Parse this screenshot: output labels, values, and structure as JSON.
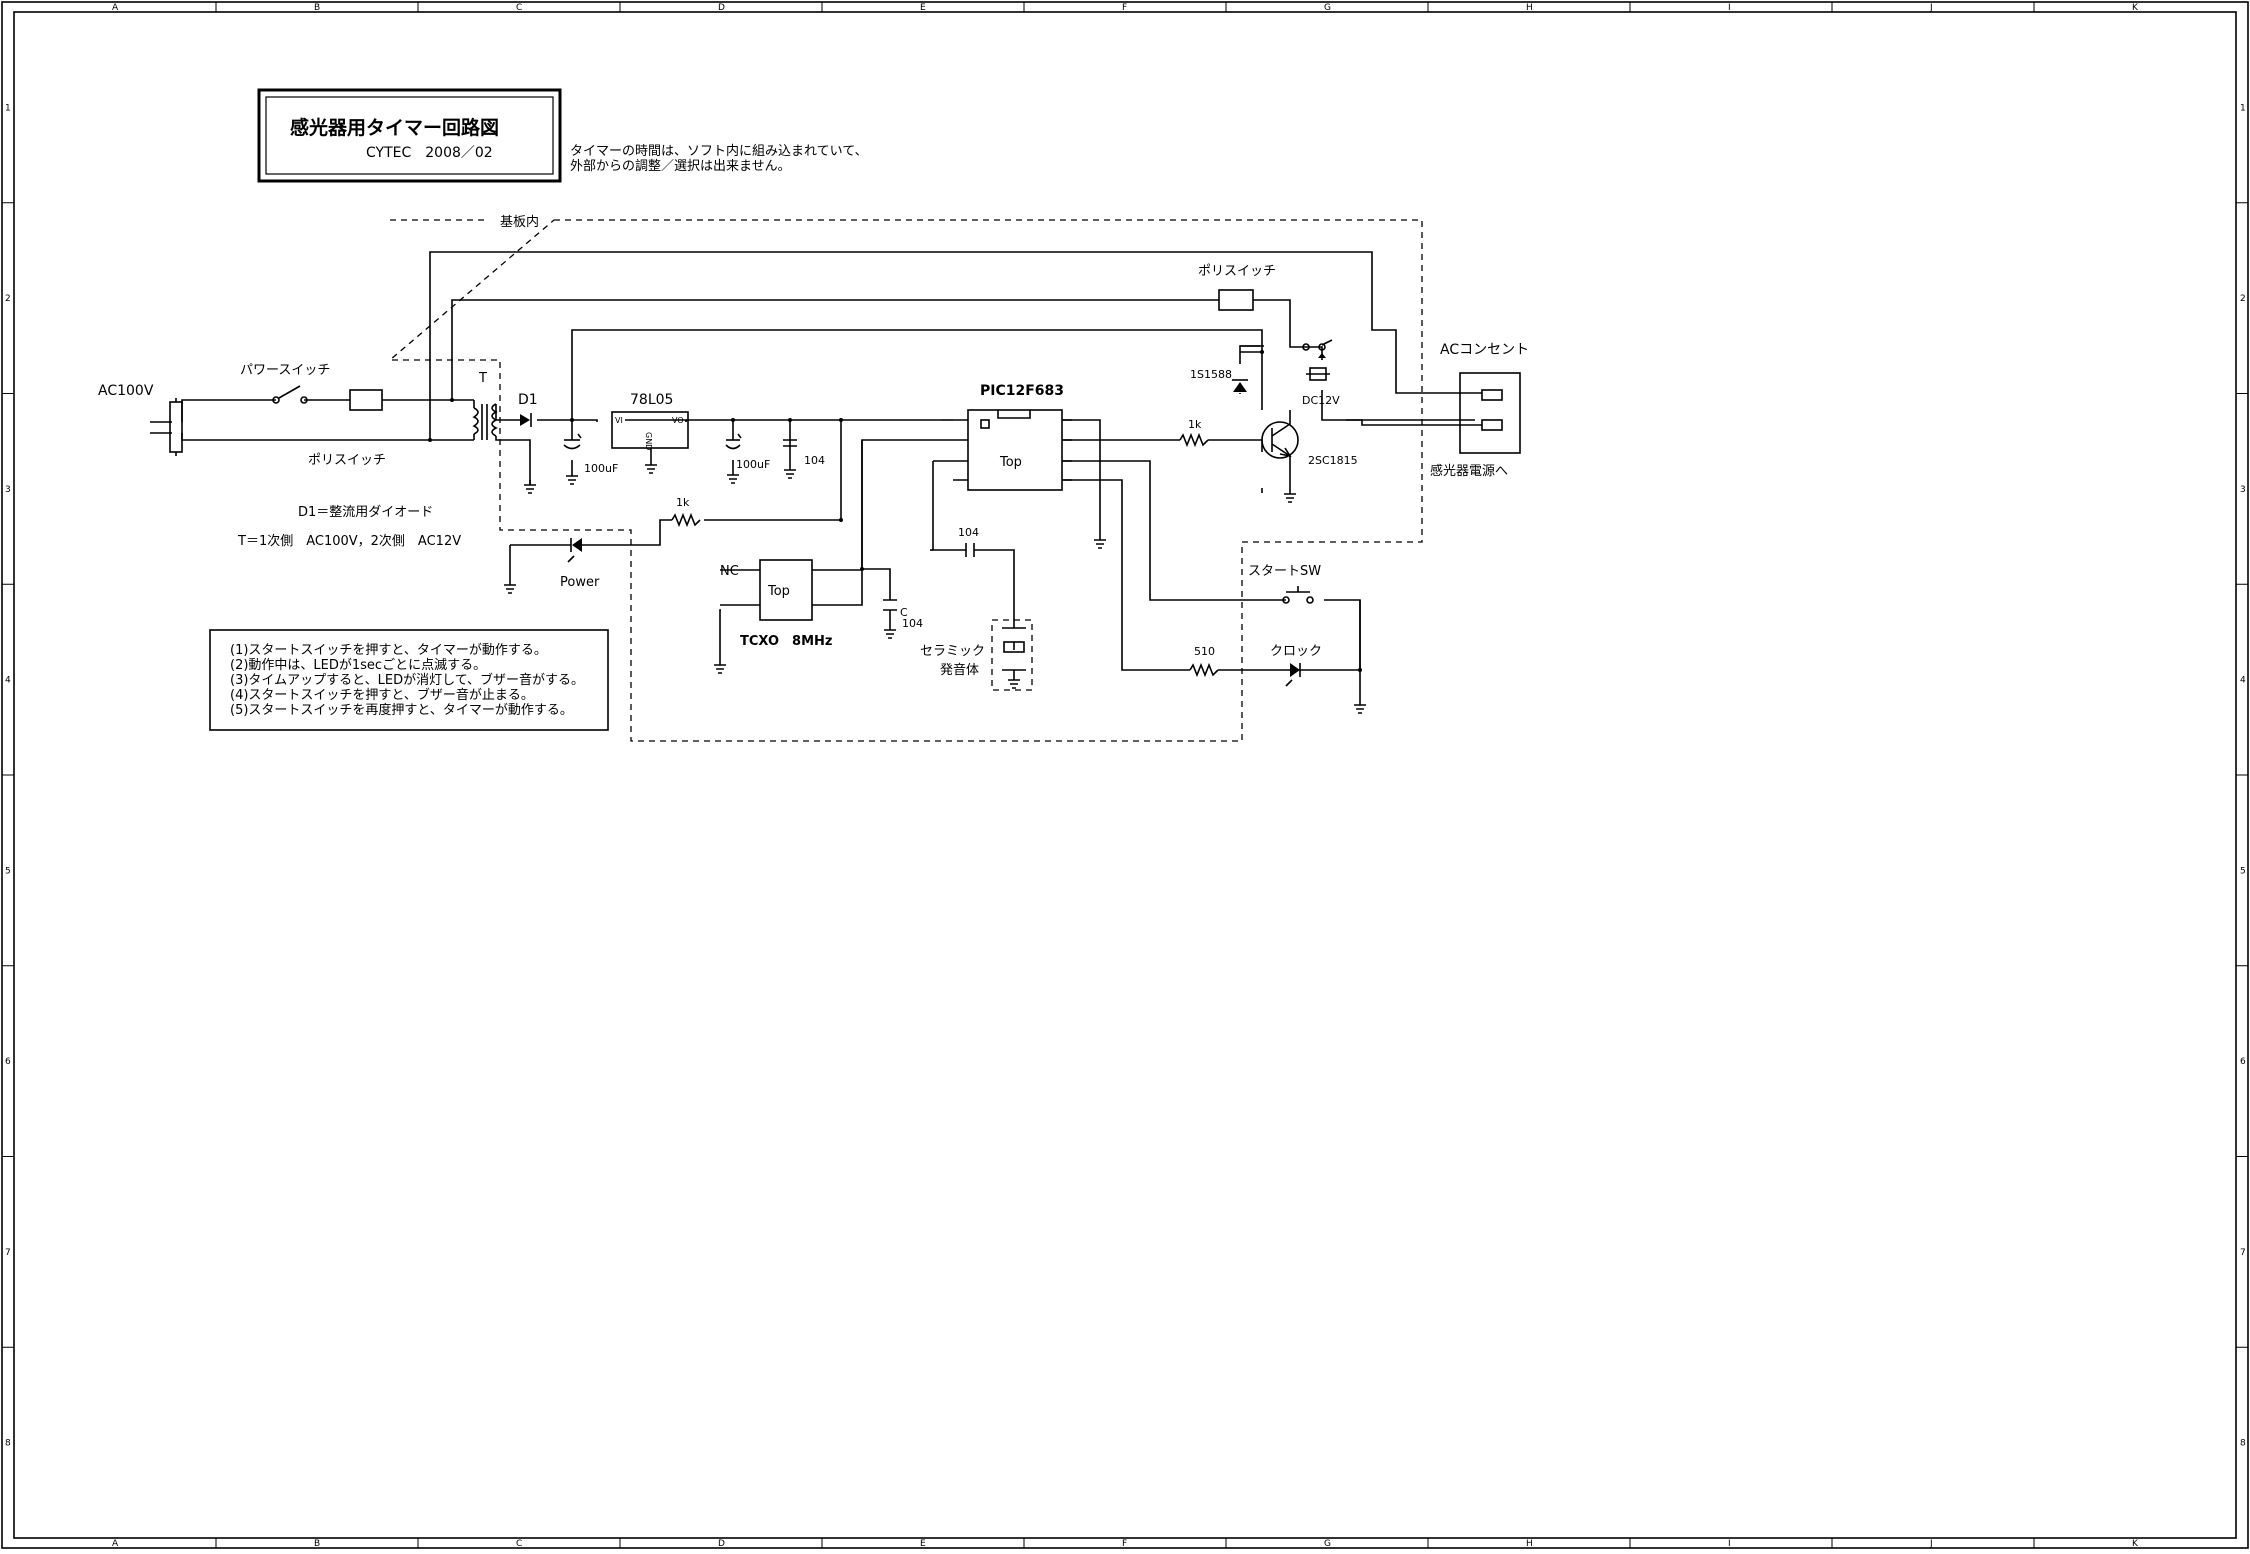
{
  "title_block": {
    "title": "感光器用タイマー回路図",
    "subtitle": "CYTEC　2008／02"
  },
  "note_top": [
    "タイマーの時間は、ソフト内に組み込まれていて、",
    "外部からの調整／選択は出来ません。"
  ],
  "border": {
    "columns": [
      "A",
      "B",
      "C",
      "D",
      "E",
      "F",
      "G",
      "H",
      "I",
      "J",
      "K"
    ],
    "rows": [
      "1",
      "2",
      "3",
      "4",
      "5",
      "6",
      "7",
      "8"
    ]
  },
  "labels": {
    "board_area": "基板内",
    "ac100v": "AC100V",
    "power_switch": "パワースイッチ",
    "polyswitch_left": "ポリスイッチ",
    "transformer": "T",
    "d1": "D1",
    "regulator": "78L05",
    "reg_vi": "VI",
    "reg_vo": "VO",
    "reg_gnd": "GND",
    "cap1": "100uF",
    "cap2": "100uF",
    "cap3": "104",
    "mcu": "PIC12F683",
    "mcu_top": "Top",
    "r_base": "1k",
    "transistor": "2SC1815",
    "diode_1s1588": "1S1588",
    "relay": "DC12V",
    "polyswitch_top": "ポリスイッチ",
    "ac_outlet": "ACコンセント",
    "to_exposure": "感光器電源へ",
    "d1_note": "D1＝整流用ダイオード",
    "t_note": "T＝1次側　AC100V，2次側　AC12V",
    "r_led": "1k",
    "power_led": "Power",
    "nc": "NC",
    "tcxo_top": "Top",
    "tcxo": "TCXO　8MHz",
    "cap_c": "C",
    "cap_c_val": "104",
    "cap_buzzer": "104",
    "ceramic": "セラミック",
    "sounder": "発音体",
    "start_sw": "スタートSW",
    "r_clock": "510",
    "clock": "クロック"
  },
  "operation_notes": [
    "(1)スタートスイッチを押すと、タイマーが動作する。",
    "(2)動作中は、LEDが1secごとに点滅する。",
    "(3)タイムアップすると、LEDが消灯して、ブザー音がする。",
    "(4)スタートスイッチを押すと、ブザー音が止まる。",
    "(5)スタートスイッチを再度押すと、タイマーが動作する。"
  ]
}
